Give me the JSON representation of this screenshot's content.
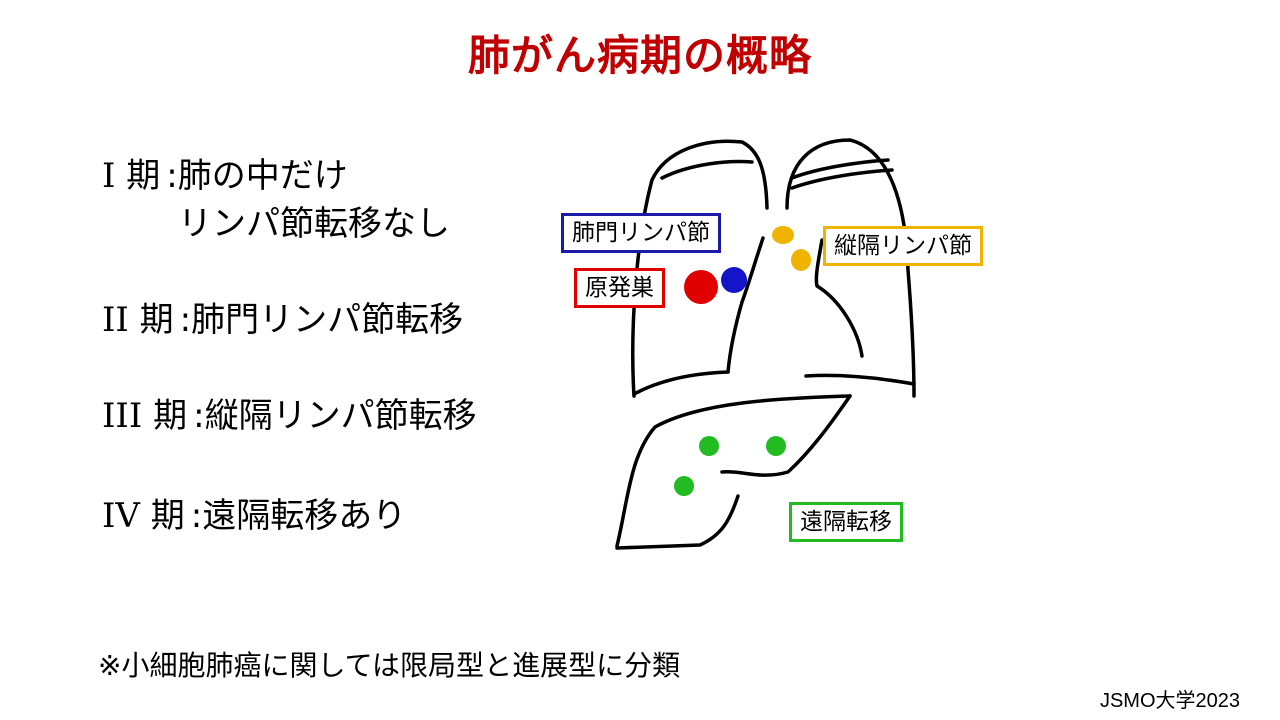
{
  "title": "肺がん病期の概略",
  "stages": [
    {
      "num": "I 期",
      "colon": ":",
      "text": "肺の中だけ",
      "text2": "リンパ節転移なし"
    },
    {
      "num": "II 期",
      "colon": ":",
      "text": "肺門リンパ節転移"
    },
    {
      "num": "III 期",
      "colon": ":",
      "text": "縦隔リンパ節転移"
    },
    {
      "num": "IV 期",
      "colon": ":",
      "text": "遠隔転移あり"
    }
  ],
  "labels": {
    "hilar": "肺門リンパ節",
    "primary": "原発巣",
    "mediastinal": "縦隔リンパ節",
    "distant": "遠隔転移"
  },
  "colors": {
    "title": "#c00000",
    "hilar": "#1a1aa6",
    "primary": "#e00000",
    "mediastinal": "#f0b400",
    "distant": "#22bb22"
  },
  "note": "※小細胞肺癌に関しては限局型と進展型に分類",
  "credit": "JSMO大学2023"
}
